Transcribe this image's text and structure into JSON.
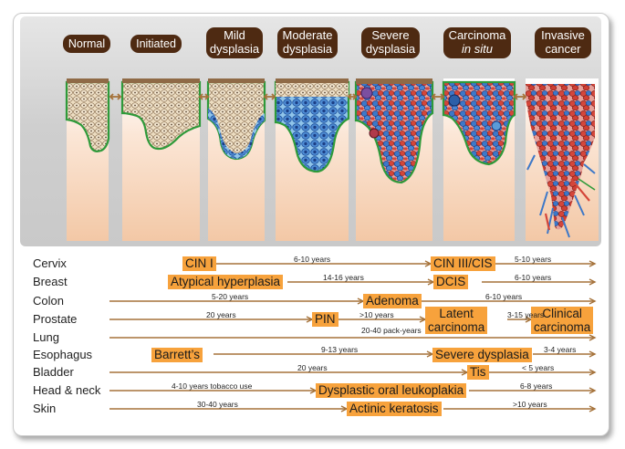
{
  "stages": [
    {
      "line1": "Normal",
      "line2": ""
    },
    {
      "line1": "Initiated",
      "line2": ""
    },
    {
      "line1": "Mild",
      "line2": "dysplasia"
    },
    {
      "line1": "Moderate",
      "line2": "dysplasia"
    },
    {
      "line1": "Severe",
      "line2": "dysplasia"
    },
    {
      "line1": "Carcinoma",
      "line2": "in situ"
    },
    {
      "line1": "Invasive",
      "line2": "cancer"
    }
  ],
  "sites": [
    "Cervix",
    "Breast",
    "Colon",
    "Prostate",
    "Lung",
    "Esophagus",
    "Bladder",
    "Head & neck",
    "Skin"
  ],
  "lesions": {
    "cin1": "CIN I",
    "cin3": "CIN III/CIS",
    "atypical": "Atypical hyperplasia",
    "dcis": "DCIS",
    "adenoma": "Adenoma",
    "pin": "PIN",
    "latent1": "Latent",
    "latent2": "carcinoma",
    "clinical1": "Clinical",
    "clinical2": "carcinoma",
    "barretts": "Barrett’s",
    "severe": "Severe dysplasia",
    "tis": "Tis",
    "dysplastic": "Dysplastic oral leukoplakia",
    "actinic": "Actinic keratosis"
  },
  "durations": {
    "cervix_a": "6-10 years",
    "cervix_b": "5-10 years",
    "breast_a": "14-16 years",
    "breast_b": "6-10 years",
    "colon_a": "5-20 years",
    "colon_b": "6-10 years",
    "prostate_a": "20 years",
    "prostate_b": ">10 years",
    "prostate_c": "3-15 years",
    "lung_a": "20-40  pack-years",
    "esophagus_a": "9-13 years",
    "esophagus_b": "3-4 years",
    "bladder_a": "20 years",
    "bladder_b": "< 5 years",
    "head_a": "4-10 years tobacco use",
    "head_b": "6-8 years",
    "skin_a": "30-40 years",
    "skin_b": ">10 years"
  },
  "colors": {
    "label_bg": "#4e2a12",
    "box": "#f7a23c",
    "arrow": "#a5723a",
    "basement": "#2e9a3a",
    "cell_blue": "#3d78c8",
    "cell_red": "#d4463a",
    "cell_tan": "#e8d4b4"
  }
}
